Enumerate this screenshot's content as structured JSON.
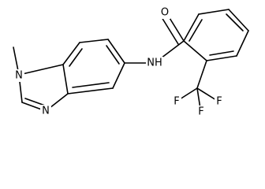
{
  "molecule": {
    "atom_labels": {
      "methyl_n": "N",
      "imine_n": "N",
      "amide_nh": "NH",
      "carbonyl_o": "O",
      "f_top": "F",
      "f_left": "F",
      "f_right": "F"
    },
    "colors": {
      "bond": "#000000",
      "text": "#000000",
      "background": "#ffffff"
    }
  }
}
